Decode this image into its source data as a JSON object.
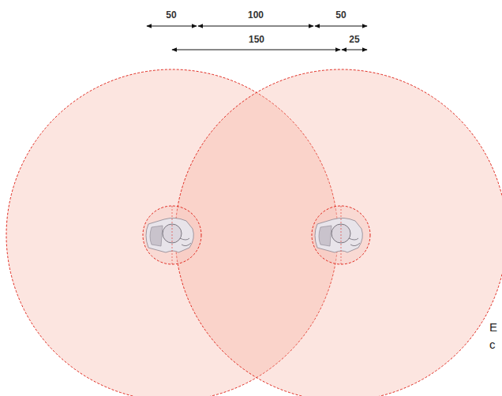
{
  "diagram": {
    "labels": [
      "50",
      "100",
      "50",
      "150",
      "25",
      "E",
      "c"
    ]
  }
}
